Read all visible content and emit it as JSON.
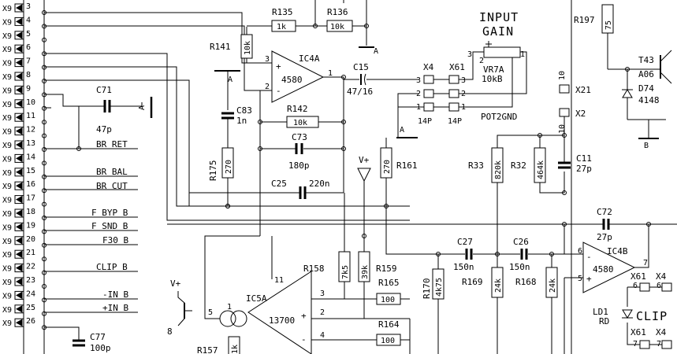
{
  "connector_prefix": "X9",
  "connector_pins": [
    {
      "pin": "3"
    },
    {
      "pin": "4"
    },
    {
      "pin": "5"
    },
    {
      "pin": "6"
    },
    {
      "pin": "7"
    },
    {
      "pin": "8"
    },
    {
      "pin": "9"
    },
    {
      "pin": "10"
    },
    {
      "pin": "11"
    },
    {
      "pin": "12"
    },
    {
      "pin": "13"
    },
    {
      "pin": "14"
    },
    {
      "pin": "15"
    },
    {
      "pin": "16"
    },
    {
      "pin": "17"
    },
    {
      "pin": "18"
    },
    {
      "pin": "19"
    },
    {
      "pin": "20"
    },
    {
      "pin": "21"
    },
    {
      "pin": "22"
    },
    {
      "pin": "23"
    },
    {
      "pin": "24"
    },
    {
      "pin": "25"
    },
    {
      "pin": "26"
    }
  ],
  "net_labels": {
    "br_ret": "BR RET",
    "br_bal": "BR BAL",
    "br_cut": "BR CUT",
    "f_byp_b": "F BYP B",
    "f_snd_b": "F SND B",
    "f30_b": "F30 B",
    "clip_b": "CLIP B",
    "minus_in_b": "-IN B",
    "plus_in_b": "+IN B",
    "input_gain_1": "INPUT",
    "input_gain_2": "GAIN",
    "pot2gnd": "POT2GND",
    "clip": "CLIP",
    "vplus": "V+",
    "vplus2": "V+",
    "gnd_a": "A",
    "gnd_a2": "A",
    "gnd_a3": "A",
    "gnd_a4": "A",
    "gnd_b": "B"
  },
  "components": {
    "r135": {
      "ref": "R135",
      "value": "1k"
    },
    "r136": {
      "ref": "R136",
      "value": "10k"
    },
    "r141": {
      "ref": "R141",
      "value": "10k"
    },
    "r142": {
      "ref": "R142",
      "value": "10k"
    },
    "r175": {
      "ref": "R175",
      "value": "270"
    },
    "r161": {
      "ref": "R161",
      "value": "270"
    },
    "r33": {
      "ref": "R33",
      "value": "820k"
    },
    "r32": {
      "ref": "R32",
      "value": "464k"
    },
    "r197": {
      "ref": "R197",
      "value": "75"
    },
    "r158": {
      "ref": "R158",
      "value": "7k5"
    },
    "r159": {
      "ref": "R159",
      "value": "39k"
    },
    "r165": {
      "ref": "R165",
      "value": "100"
    },
    "r164": {
      "ref": "R164",
      "value": "100"
    },
    "r170": {
      "ref": "R170",
      "value": "4k75"
    },
    "r169": {
      "ref": "R169",
      "value": "24k"
    },
    "r168": {
      "ref": "R168",
      "value": "24k"
    },
    "r157": {
      "ref": "R157",
      "value": "1k"
    },
    "c71": {
      "ref": "C71",
      "value": "47p"
    },
    "c83": {
      "ref": "C83",
      "value": "1n"
    },
    "c73": {
      "ref": "C73",
      "value": "180p"
    },
    "c25": {
      "ref": "C25",
      "value": "220n"
    },
    "c15": {
      "ref": "C15",
      "value": "47/16"
    },
    "c11": {
      "ref": "C11",
      "value": "27p"
    },
    "c72": {
      "ref": "C72",
      "value": "27p"
    },
    "c27": {
      "ref": "C27",
      "value": "150n"
    },
    "c26": {
      "ref": "C26",
      "value": "150n"
    },
    "c77": {
      "ref": "C77",
      "value": "100p"
    },
    "ic4a": {
      "ref": "IC4A",
      "value": "4580"
    },
    "ic4b": {
      "ref": "IC4B",
      "value": "4580"
    },
    "ic5a": {
      "ref": "IC5A",
      "value": "13700"
    },
    "vr7a": {
      "ref": "VR7A",
      "value": "10kB"
    },
    "t43": {
      "ref": "T43",
      "value": "A06"
    },
    "d74": {
      "ref": "D74",
      "value": "4148"
    },
    "ld1": {
      "ref": "LD1",
      "value": "RD"
    }
  },
  "pins": {
    "ic4a_plus": "3",
    "ic4a_minus": "2",
    "ic4a_out": "1",
    "ic4b_minus": "6",
    "ic4b_plus": "5",
    "ic4b_out": "7",
    "ic5a_11": "11",
    "ic5a_3": "3",
    "ic5a_2": "2",
    "ic5a_4": "4",
    "ic5a_5": "5",
    "ic5a_1": "1",
    "vr_1": "1",
    "vr_2": "2",
    "vr_3": "3",
    "x4_3": "3",
    "x4_2": "2",
    "x4_1": "1",
    "x61_3": "3",
    "x61_2": "2",
    "x61_1": "1",
    "x4_14p": "14P",
    "x61_14p": "14P",
    "x10a": "10",
    "x21": "X21",
    "x10b": "10",
    "x2": "X2",
    "x61_top": "X61",
    "x4_top": "X4",
    "x61_b": "X61",
    "x4_b": "X4",
    "x61_6": "6",
    "x4_6": "6",
    "x61_7": "7",
    "x4_7": "7",
    "x4_hdr": "X4",
    "x61_hdr": "X61",
    "tr8": "8"
  }
}
